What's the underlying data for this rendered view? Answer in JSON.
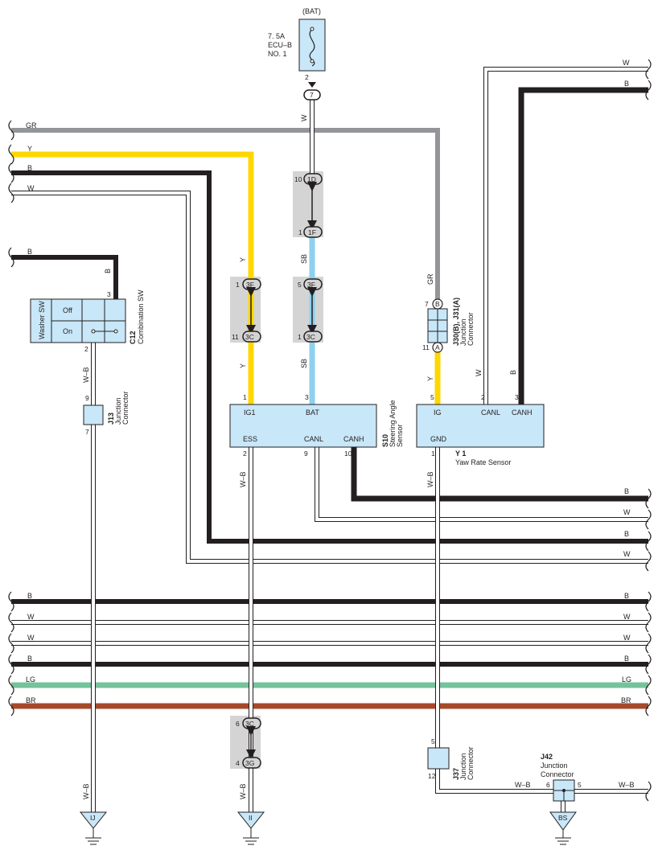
{
  "colors": {
    "B": "#231f20",
    "W": "#ffffff",
    "GR": "#939598",
    "Y": "#ffd700",
    "SB": "#8dd0ef",
    "LG": "#74c39a",
    "BR": "#a6492b",
    "W_B": "#ffffff",
    "component_fill": "#c8e7f8",
    "connector_fill": "#d4d4d4"
  },
  "fuse": {
    "source": "(BAT)",
    "rating": "7. 5A",
    "name": "ECU–B",
    "number": "NO. 1",
    "pin": "2",
    "junction": "7",
    "wire_color": "W"
  },
  "inline_connectors": {
    "c1d": {
      "label": "1D",
      "pin": "10"
    },
    "c1f": {
      "label": "1F",
      "pin": "1"
    },
    "c3f_y": {
      "label": "3F",
      "pin": "1"
    },
    "c3c_y": {
      "label": "3C",
      "pin": "11"
    },
    "c3f_sb": {
      "label": "3F",
      "pin": "5"
    },
    "c3c_sb": {
      "label": "3C",
      "pin": "1"
    },
    "c3c_wb": {
      "label": "3C",
      "pin": "6"
    },
    "c3g_wb": {
      "label": "3G",
      "pin": "4"
    }
  },
  "wire_labels": {
    "top_gr": "GR",
    "top_y": "Y",
    "top_b": "B",
    "top_w": "W",
    "right_w": "W",
    "right_b": "B",
    "mid_b1": "B",
    "mid_w1": "W",
    "mid_b2": "B",
    "mid_w2": "W",
    "bus_b1": "B",
    "bus_w1": "W",
    "bus_w2": "W",
    "bus_b2": "B",
    "bus_lg": "LG",
    "bus_br": "BR",
    "c12_b": "B",
    "c12_vert": "B",
    "y_upper": "Y",
    "y_lower": "Y",
    "sb_upper": "SB",
    "sb_lower": "SB",
    "gr_vert": "GR",
    "y_j30": "Y",
    "w_y1": "W",
    "b_y1": "B",
    "fuse_w": "W",
    "wb_c12": "W–B",
    "wb_c12_low": "W–B",
    "wb_s10": "W–B",
    "wb_s10_low": "W–B",
    "wb_y1": "W–B",
    "wb_j42_left": "W–B",
    "wb_j42_right": "W–B"
  },
  "combination_sw": {
    "code": "C12",
    "name": "Combination SW",
    "switch_label": "Washer SW",
    "row_off": "Off",
    "row_on": "On",
    "pin_top": "3",
    "pin_bottom": "2"
  },
  "j13": {
    "code": "J13",
    "line1": "Junction",
    "line2": "Connector",
    "pin_top": "9",
    "pin_bottom": "7"
  },
  "j30": {
    "code": "J30(B), J31(A)",
    "line1": "Junction",
    "line2": "Connector",
    "pin_top": "7",
    "pin_bottom": "11",
    "top_letter": "B",
    "bottom_letter": "A"
  },
  "s10": {
    "code": "S10",
    "line1": "Steering Angle",
    "line2": "Sensor",
    "pins_top": {
      "ig1": "IG1",
      "bat": "BAT"
    },
    "pins_bottom": {
      "ess": "ESS",
      "canl": "CANL",
      "canh": "CANH"
    },
    "pin_nums": {
      "ig1": "1",
      "bat": "3",
      "ess": "2",
      "canl": "9",
      "canh": "10"
    }
  },
  "y1": {
    "code": "Y 1",
    "name": "Yaw Rate Sensor",
    "pins_top": {
      "ig": "IG",
      "canl": "CANL",
      "canh": "CANH"
    },
    "pins_bottom": {
      "gnd": "GND"
    },
    "pin_nums": {
      "ig": "5",
      "canl": "2",
      "canh": "3",
      "gnd": "1"
    }
  },
  "j37": {
    "code": "J37",
    "line1": "Junction",
    "line2": "Connector",
    "pin_top": "5",
    "pin_bottom": "12"
  },
  "j42": {
    "code": "J42",
    "line1": "Junction",
    "line2": "Connector",
    "pin_left": "6",
    "pin_right": "5"
  },
  "grounds": {
    "ij": "IJ",
    "ii": "II",
    "bs": "BS"
  }
}
